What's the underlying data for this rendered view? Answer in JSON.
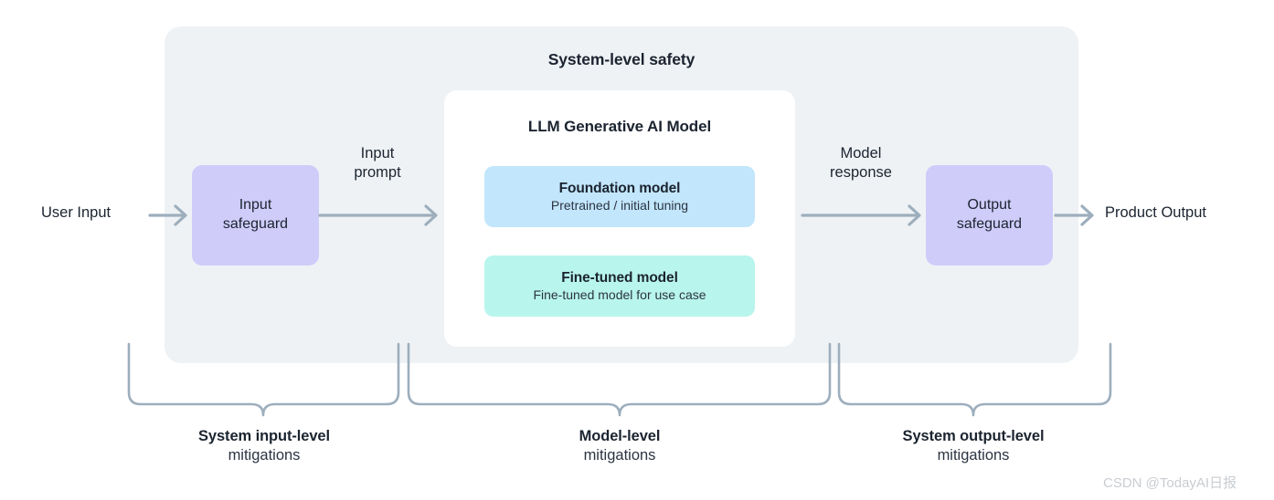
{
  "diagram": {
    "title": "System-level safety",
    "endpoints": {
      "input": "User Input",
      "output": "Product Output"
    },
    "flow_labels": {
      "input_prompt_line1": "Input",
      "input_prompt_line2": "prompt",
      "model_response_line1": "Model",
      "model_response_line2": "response"
    },
    "safeguards": {
      "input_line1": "Input",
      "input_line2": "safeguard",
      "output_line1": "Output",
      "output_line2": "safeguard"
    },
    "llm_card": {
      "title": "LLM Generative AI Model",
      "models": [
        {
          "name": "Foundation model",
          "subtitle": "Pretrained / initial tuning",
          "color": "#c2e6fb"
        },
        {
          "name": "Fine-tuned model",
          "subtitle": "Fine-tuned model for use case",
          "color": "#b8f5ec"
        }
      ]
    },
    "mitigation_groups": [
      {
        "title": "System input-level",
        "subtitle": "mitigations"
      },
      {
        "title": "Model-level",
        "subtitle": "mitigations"
      },
      {
        "title": "System output-level",
        "subtitle": "mitigations"
      }
    ],
    "colors": {
      "panel_background": "#eff2f5",
      "card_background": "#ffffff",
      "safeguard": "#cfccfa",
      "foundation_model": "#c2e6fb",
      "fine_tuned_model": "#b8f5ec",
      "arrow": "#9daebd",
      "brace": "#9daebd",
      "text_primary": "#1b2430"
    }
  },
  "watermark": "CSDN @TodayAI日报"
}
